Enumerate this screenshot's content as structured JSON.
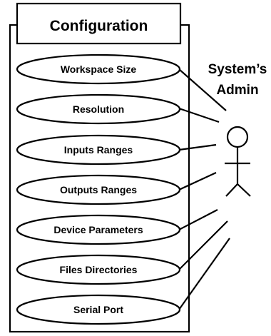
{
  "system": {
    "title": "Configuration"
  },
  "actor": {
    "label_line1": "System’s",
    "label_line2": "Admin"
  },
  "use_cases": [
    {
      "label": "Workspace Size"
    },
    {
      "label": "Resolution"
    },
    {
      "label": "Inputs Ranges"
    },
    {
      "label": "Outputs Ranges"
    },
    {
      "label": "Device Parameters"
    },
    {
      "label": "Files Directories"
    },
    {
      "label": "Serial Port"
    }
  ],
  "colors": {
    "stroke": "#000000",
    "fill": "#ffffff"
  }
}
